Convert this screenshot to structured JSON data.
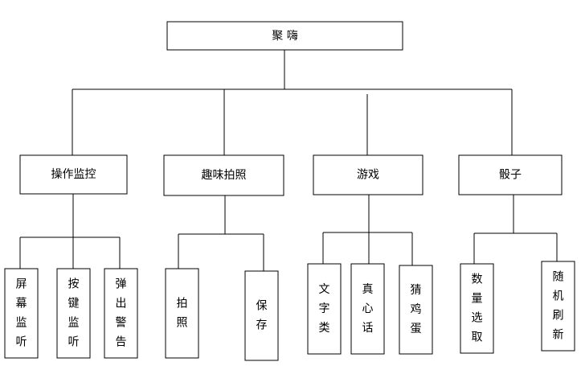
{
  "diagram": {
    "root": {
      "label": "聚 嗨"
    },
    "categories": [
      {
        "label": "操作监控",
        "children": [
          {
            "label": "屏幕监听"
          },
          {
            "label": "按键监听"
          },
          {
            "label": "弹出警告"
          }
        ]
      },
      {
        "label": "趣味拍照",
        "children": [
          {
            "label": "拍照"
          },
          {
            "label": "保存"
          }
        ]
      },
      {
        "label": "游戏",
        "children": [
          {
            "label": "文字类"
          },
          {
            "label": "真心话"
          },
          {
            "label": "猜鸡蛋"
          }
        ]
      },
      {
        "label": "骰子",
        "children": [
          {
            "label": "数量选取"
          },
          {
            "label": "随机刷新"
          }
        ]
      }
    ]
  }
}
